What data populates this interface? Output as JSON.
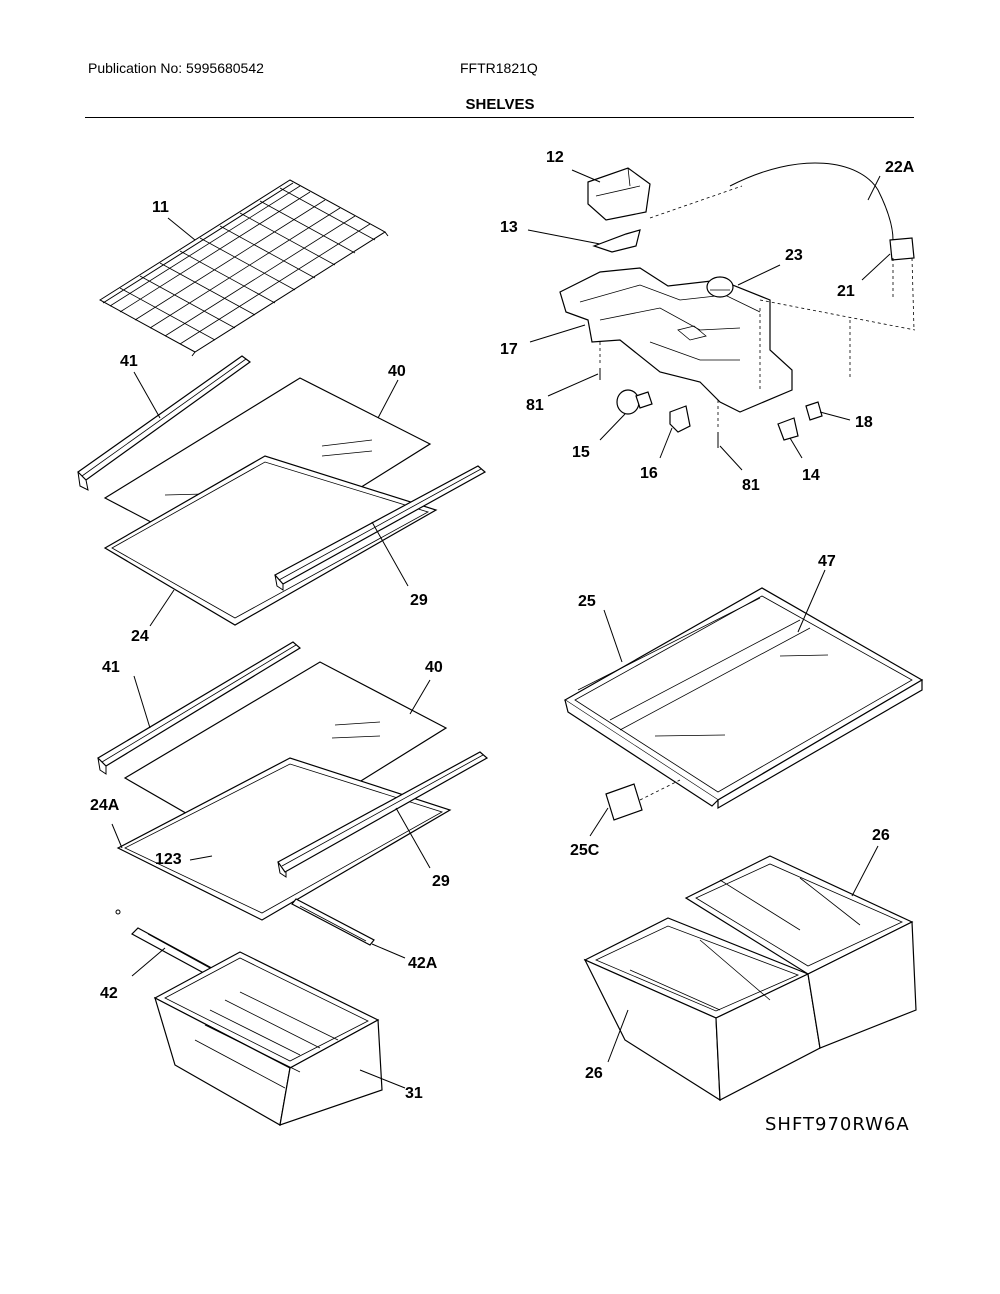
{
  "header": {
    "publication": "Publication No: 5995680542",
    "model": "FFTR1821Q",
    "title": "SHELVES"
  },
  "callouts": {
    "c11": "11",
    "c12": "12",
    "c13": "13",
    "c22A": "22A",
    "c23": "23",
    "c21": "21",
    "c17": "17",
    "c81a": "81",
    "c81b": "81",
    "c15": "15",
    "c16": "16",
    "c18": "18",
    "c14": "14",
    "c41a": "41",
    "c40a": "40",
    "c29a": "29",
    "c24": "24",
    "c41b": "41",
    "c40b": "40",
    "c24A": "24A",
    "c123": "123",
    "c29b": "29",
    "c42": "42",
    "c42A": "42A",
    "c31": "31",
    "c47": "47",
    "c25": "25",
    "c25C": "25C",
    "c26a": "26",
    "c26b": "26"
  },
  "diagram_code": "SHFT970RW6A"
}
